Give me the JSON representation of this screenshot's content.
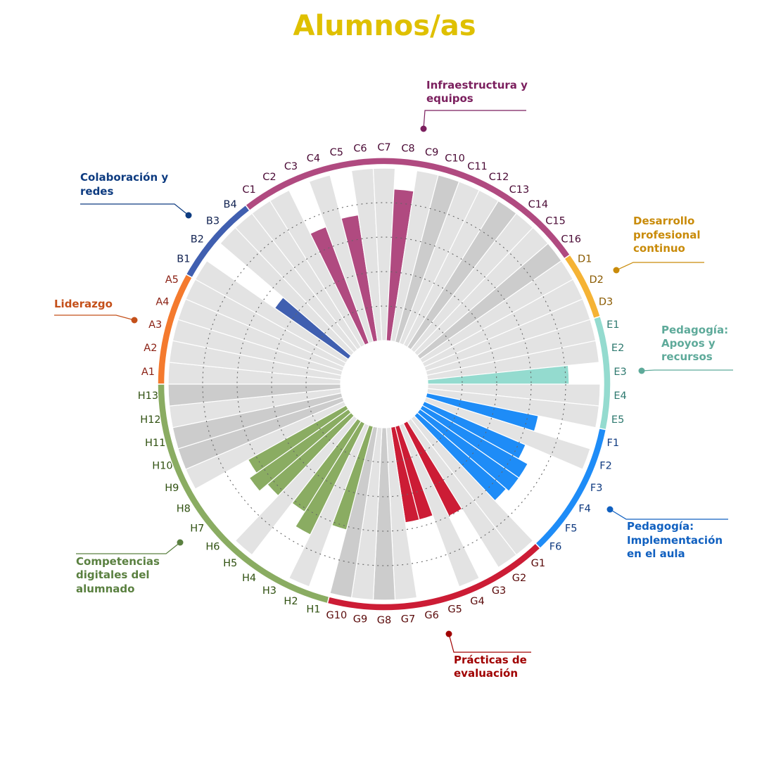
{
  "chart_data": {
    "type": "bar",
    "subtype": "circular-bar",
    "title": "Alumnos/as",
    "title_color": "#dfc000",
    "scale": [
      0,
      5
    ],
    "gridlines": [
      1,
      2,
      3,
      4
    ],
    "gray_colors": {
      "light": "#e3e3e3",
      "dark": "#cccccc"
    },
    "groups": [
      {
        "name": "Liderazgo",
        "name_lines": [
          "Liderazgo"
        ],
        "color": "#f47a2e",
        "label_color": "#8a1f12",
        "title_color": "#c4501a",
        "bars": [
          {
            "label": "A1",
            "value": null,
            "gray": 5,
            "shade": "light"
          },
          {
            "label": "A2",
            "value": null,
            "gray": 5,
            "shade": "light"
          },
          {
            "label": "A3",
            "value": null,
            "gray": 5,
            "shade": "light"
          },
          {
            "label": "A4",
            "value": null,
            "gray": 5,
            "shade": "light"
          },
          {
            "label": "A5",
            "value": null,
            "gray": 5,
            "shade": "light"
          }
        ]
      },
      {
        "name": "Colaboración y redes",
        "name_lines": [
          "Colaboración y",
          "redes"
        ],
        "color": "#405fb0",
        "label_color": "#0f2050",
        "title_color": "#0d3b80",
        "bars": [
          {
            "label": "B1",
            "value": null,
            "gray": 5,
            "shade": "light"
          },
          {
            "label": "B2",
            "value": 2.6,
            "gray": 0,
            "shade": "light"
          },
          {
            "label": "B3",
            "value": null,
            "gray": 5,
            "shade": "light"
          },
          {
            "label": "B4",
            "value": null,
            "gray": 5,
            "shade": "light"
          }
        ]
      },
      {
        "name": "Infraestructura y equipos",
        "name_lines": [
          "Infraestructura y",
          "equipos"
        ],
        "color": "#b04a80",
        "label_color": "#4a0a35",
        "title_color": "#7b1f5e",
        "bars": [
          {
            "label": "C1",
            "value": null,
            "gray": 5,
            "shade": "light"
          },
          {
            "label": "C2",
            "value": null,
            "gray": 5,
            "shade": "light"
          },
          {
            "label": "C3",
            "value": 3.6,
            "gray": 0,
            "shade": "light"
          },
          {
            "label": "C4",
            "value": null,
            "gray": 5,
            "shade": "light"
          },
          {
            "label": "C5",
            "value": 3.7,
            "gray": 0,
            "shade": "light"
          },
          {
            "label": "C6",
            "value": null,
            "gray": 5,
            "shade": "light"
          },
          {
            "label": "C7",
            "value": null,
            "gray": 5,
            "shade": "light"
          },
          {
            "label": "C8",
            "value": 4.4,
            "gray": 0,
            "shade": "light"
          },
          {
            "label": "C9",
            "value": null,
            "gray": 5,
            "shade": "light"
          },
          {
            "label": "C10",
            "value": null,
            "gray": 5,
            "shade": "dark"
          },
          {
            "label": "C11",
            "value": null,
            "gray": 5,
            "shade": "light"
          },
          {
            "label": "C12",
            "value": null,
            "gray": 5,
            "shade": "light"
          },
          {
            "label": "C13",
            "value": null,
            "gray": 5,
            "shade": "dark"
          },
          {
            "label": "C14",
            "value": null,
            "gray": 5,
            "shade": "light"
          },
          {
            "label": "C15",
            "value": null,
            "gray": 5,
            "shade": "light"
          },
          {
            "label": "C16",
            "value": null,
            "gray": 5,
            "shade": "dark"
          }
        ]
      },
      {
        "name": "Desarrollo profesional continuo",
        "name_lines": [
          "Desarrollo",
          "profesional",
          "continuo"
        ],
        "color": "#f5b335",
        "label_color": "#8a5a00",
        "title_color": "#c98b0a",
        "bars": [
          {
            "label": "D1",
            "value": null,
            "gray": 5,
            "shade": "light"
          },
          {
            "label": "D2",
            "value": null,
            "gray": 5,
            "shade": "light"
          },
          {
            "label": "D3",
            "value": null,
            "gray": 5,
            "shade": "light"
          }
        ]
      },
      {
        "name": "Pedagogía: Apoyos y recursos",
        "name_lines": [
          "Pedagogía:",
          "Apoyos y",
          "recursos"
        ],
        "color": "#94dbcf",
        "label_color": "#2f7a70",
        "title_color": "#5eaa9a",
        "bars": [
          {
            "label": "E1",
            "value": null,
            "gray": 5,
            "shade": "light"
          },
          {
            "label": "E2",
            "value": null,
            "gray": 5,
            "shade": "light"
          },
          {
            "label": "E3",
            "value": 4.1,
            "gray": 0,
            "shade": "light"
          },
          {
            "label": "E4",
            "value": null,
            "gray": 5,
            "shade": "light"
          },
          {
            "label": "E5",
            "value": null,
            "gray": 5,
            "shade": "light"
          }
        ]
      },
      {
        "name": "Pedagogía: Implementación en el aula",
        "name_lines": [
          "Pedagogía:",
          "Implementación",
          "en el aula"
        ],
        "color": "#1e8cf7",
        "label_color": "#0f3a80",
        "title_color": "#1060c0",
        "bars": [
          {
            "label": "F1",
            "value": 3.3,
            "gray": 0,
            "shade": "light"
          },
          {
            "label": "F2",
            "value": null,
            "gray": 5,
            "shade": "light"
          },
          {
            "label": "F3",
            "value": 3.2,
            "gray": 0,
            "shade": "light"
          },
          {
            "label": "F4",
            "value": 3.5,
            "gray": 0,
            "shade": "light"
          },
          {
            "label": "F5",
            "value": 3.5,
            "gray": 0,
            "shade": "light"
          },
          {
            "label": "F6",
            "value": 3.4,
            "gray": 0,
            "shade": "light"
          }
        ]
      },
      {
        "name": "Prácticas de evaluación",
        "name_lines": [
          "Prácticas de",
          "evaluación"
        ],
        "color": "#cc1c35",
        "label_color": "#5a0a0a",
        "title_color": "#a00000",
        "bars": [
          {
            "label": "G1",
            "value": null,
            "gray": 5,
            "shade": "light"
          },
          {
            "label": "G2",
            "value": null,
            "gray": 5,
            "shade": "light"
          },
          {
            "label": "G3",
            "value": 3.0,
            "gray": 0,
            "shade": "light"
          },
          {
            "label": "G4",
            "value": null,
            "gray": 5,
            "shade": "light"
          },
          {
            "label": "G5",
            "value": 2.8,
            "gray": 0,
            "shade": "light"
          },
          {
            "label": "G6",
            "value": 2.8,
            "gray": 0,
            "shade": "light"
          },
          {
            "label": "G7",
            "value": null,
            "gray": 5,
            "shade": "light"
          },
          {
            "label": "G8",
            "value": null,
            "gray": 5,
            "shade": "dark"
          },
          {
            "label": "G9",
            "value": null,
            "gray": 5,
            "shade": "light"
          },
          {
            "label": "G10",
            "value": null,
            "gray": 5,
            "shade": "dark"
          }
        ]
      },
      {
        "name": "Competencias digitales del alumnado",
        "name_lines": [
          "Competencias",
          "digitales del",
          "alumnado"
        ],
        "color": "#8aac62",
        "label_color": "#2f5010",
        "title_color": "#5a8040",
        "bars": [
          {
            "label": "H1",
            "value": 3.1,
            "gray": 0,
            "shade": "light"
          },
          {
            "label": "H2",
            "value": null,
            "gray": 5,
            "shade": "light"
          },
          {
            "label": "H3",
            "value": 3.6,
            "gray": 0,
            "shade": "light"
          },
          {
            "label": "H4",
            "value": 3.1,
            "gray": 0,
            "shade": "light"
          },
          {
            "label": "H5",
            "value": null,
            "gray": 5,
            "shade": "light"
          },
          {
            "label": "H6",
            "value": 3.2,
            "gray": 0,
            "shade": "light"
          },
          {
            "label": "H7",
            "value": 3.5,
            "gray": 0,
            "shade": "light"
          },
          {
            "label": "H8",
            "value": 3.25,
            "gray": 0,
            "shade": "light"
          },
          {
            "label": "H9",
            "value": null,
            "gray": 5,
            "shade": "light"
          },
          {
            "label": "H10",
            "value": null,
            "gray": 5,
            "shade": "dark"
          },
          {
            "label": "H11",
            "value": null,
            "gray": 5,
            "shade": "dark"
          },
          {
            "label": "H12",
            "value": null,
            "gray": 5,
            "shade": "light"
          },
          {
            "label": "H13",
            "value": null,
            "gray": 5,
            "shade": "dark"
          }
        ]
      }
    ]
  }
}
